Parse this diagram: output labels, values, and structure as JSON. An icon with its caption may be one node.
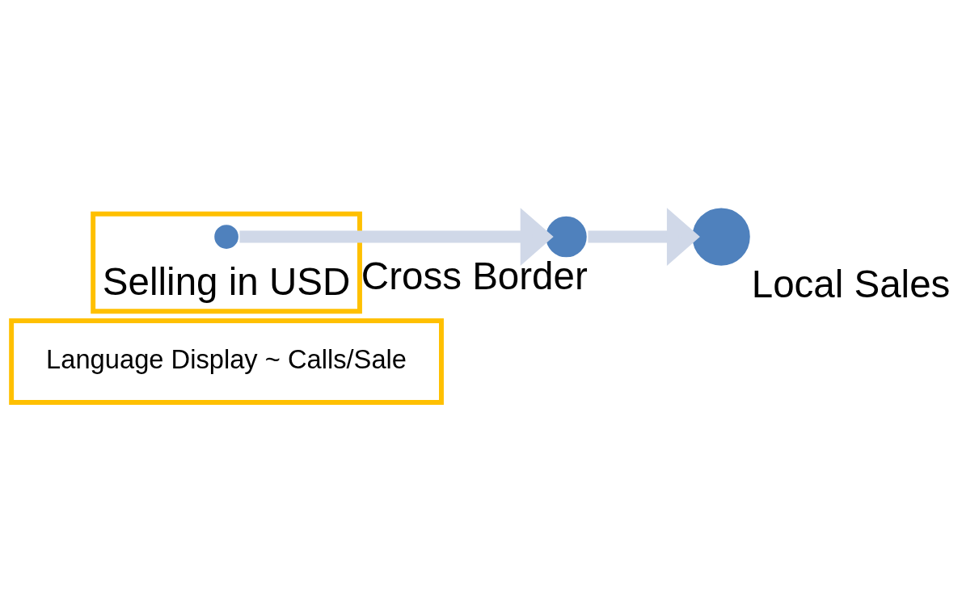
{
  "diagram": {
    "nodes": [
      {
        "text": [
          "Language Display ~ Calls/Sale"
        ]
      },
      {
        "text": [
          "Selling in USD"
        ]
      },
      {
        "text": [],
        "shape": "circle",
        "in": 1
      },
      {
        "text": [],
        "shape": "circle",
        "beside": [
          "Cross Border"
        ]
      },
      {
        "text": [],
        "shape": "circle",
        "beside": [
          "Local Sales"
        ]
      }
    ],
    "edges": [
      {
        "from": 2,
        "to": 3,
        "arrow": "to"
      },
      {
        "from": 3,
        "to": 4,
        "arrow": "to"
      }
    ]
  }
}
